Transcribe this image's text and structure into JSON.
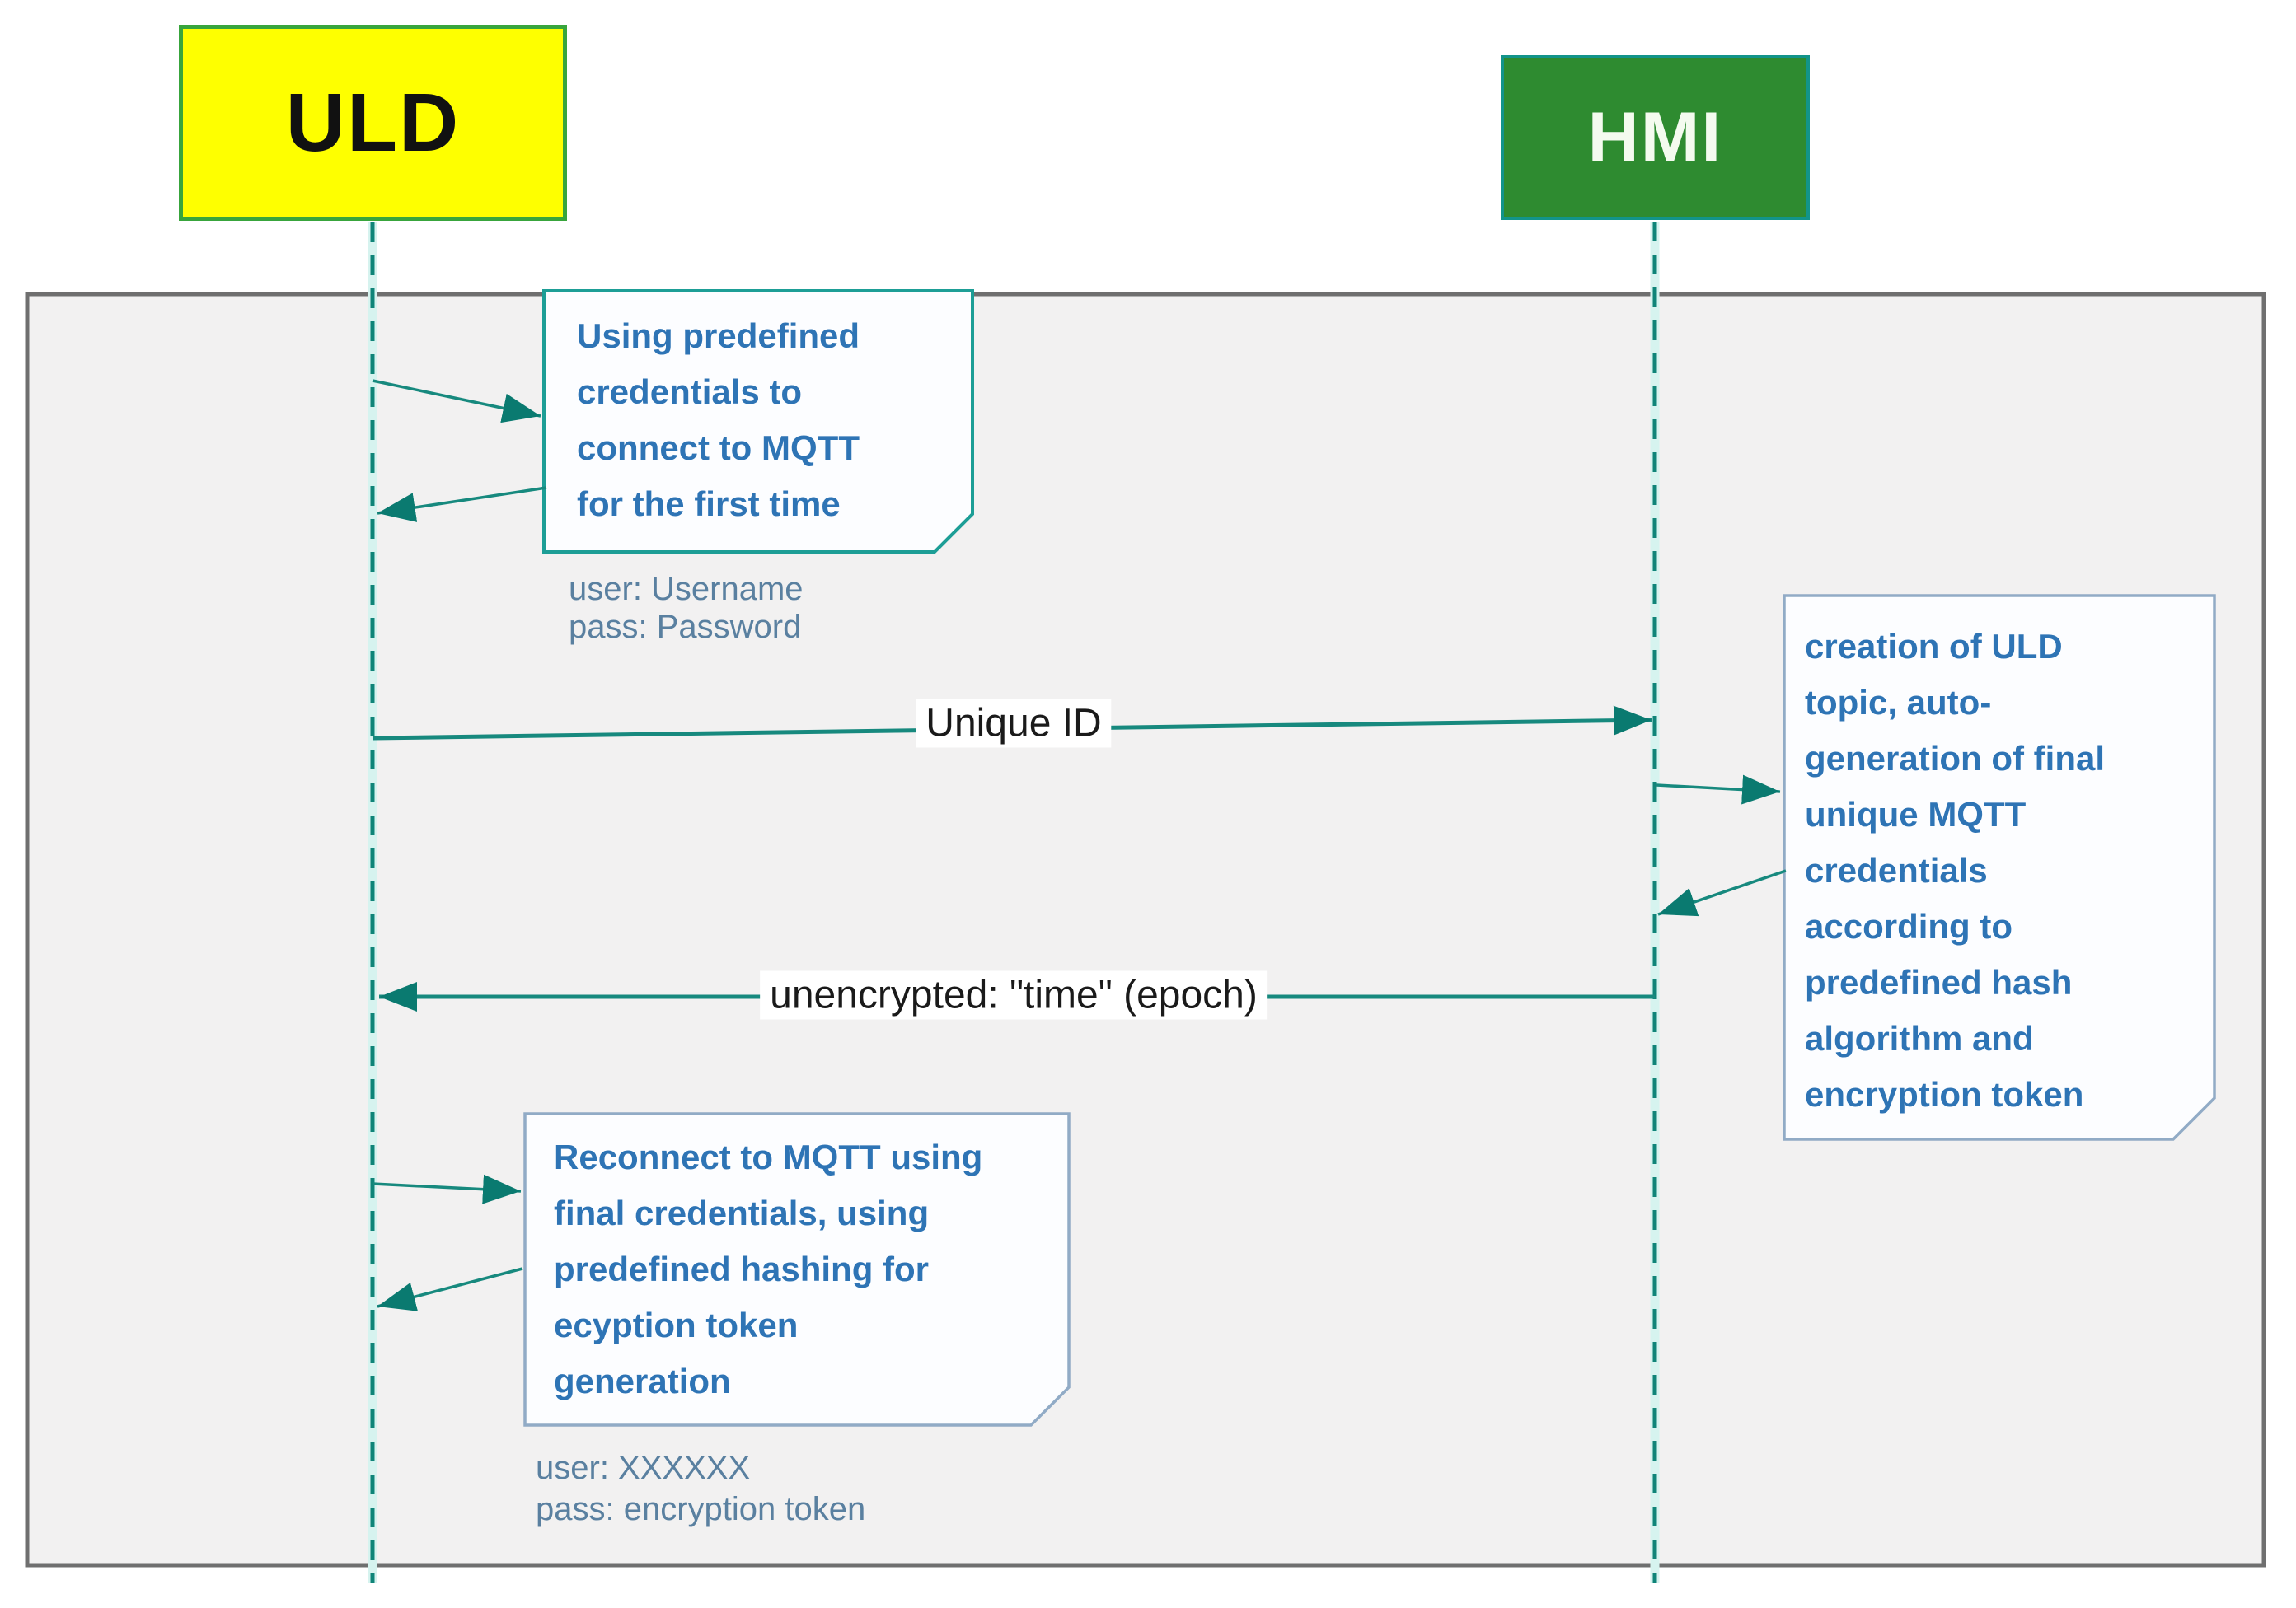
{
  "diagram": {
    "actors": [
      {
        "id": "uld",
        "label": "ULD"
      },
      {
        "id": "hmi",
        "label": "HMI"
      }
    ],
    "messages": [
      {
        "from": "ULD",
        "to": "HMI",
        "label": "Unique ID"
      },
      {
        "from": "HMI",
        "to": "ULD",
        "label": "unencrypted: \"time\" (epoch)"
      }
    ],
    "notes": [
      {
        "attached_to": "ULD",
        "text": "Using predefined\ncredentials to\nconnect to MQTT\nfor the first time",
        "annotation_lines": [
          "user: Username",
          "pass: Password"
        ]
      },
      {
        "attached_to": "HMI",
        "text": "creation of ULD\ntopic, auto-\ngeneration of final\nunique MQTT\ncredentials\naccording to\npredefined hash\nalgorithm and\nencryption token"
      },
      {
        "attached_to": "ULD",
        "text": "Reconnect to MQTT using\nfinal credentials, using\npredefined hashing for\necyption token\ngeneration",
        "annotation_lines": [
          "user: XXXXXX",
          "pass: encryption token"
        ]
      }
    ]
  },
  "colors": {
    "uld_fill": "#FEFF00",
    "uld_border": "#38A53C",
    "hmi_fill": "#2E8B30",
    "hmi_border": "#12948A",
    "frame_fill": "#F2F1F1",
    "frame_border": "#6F6F6F",
    "lifeline": "#0F8478",
    "lifeline_glow": "#D6F3EF",
    "arrow": "#17897E",
    "arrow_head": "#0A7A70",
    "note_fill": "#FCFDFF",
    "note1_border": "#1D9E96",
    "note23_border": "#91ABC6",
    "note_text": "#2E74B5",
    "credential_text": "#5A80A0",
    "message_text": "#1A1A1A"
  }
}
